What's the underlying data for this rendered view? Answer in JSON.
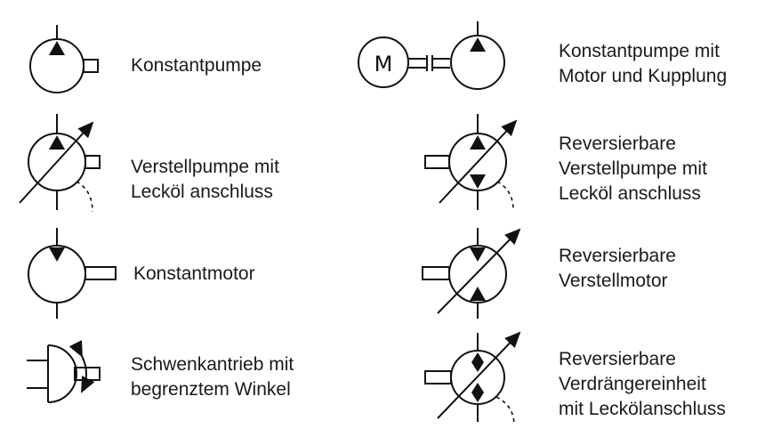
{
  "symbols": [
    {
      "id": "konstantpumpe",
      "lines": [
        "Konstantpumpe"
      ]
    },
    {
      "id": "konstantpumpe-motor",
      "lines": [
        "Konstantpumpe mit",
        "Motor und Kupplung"
      ],
      "motor_letter": "M"
    },
    {
      "id": "verstellpumpe",
      "lines": [
        "Verstellpumpe mit",
        "Lecköl anschluss"
      ]
    },
    {
      "id": "rev-verstellpumpe",
      "lines": [
        "Reversierbare",
        "Verstellpumpe mit",
        "Lecköl anschluss"
      ]
    },
    {
      "id": "konstantmotor",
      "lines": [
        "Konstantmotor"
      ]
    },
    {
      "id": "rev-verstellmotor",
      "lines": [
        "Reversierbare",
        "Verstellmotor"
      ]
    },
    {
      "id": "schwenkantrieb",
      "lines": [
        "Schwenkantrieb mit",
        "begrenztem Winkel"
      ]
    },
    {
      "id": "rev-verdraenger",
      "lines": [
        "Reversierbare",
        "Verdrängereinheit",
        "mit Leckölanschluss"
      ]
    }
  ]
}
